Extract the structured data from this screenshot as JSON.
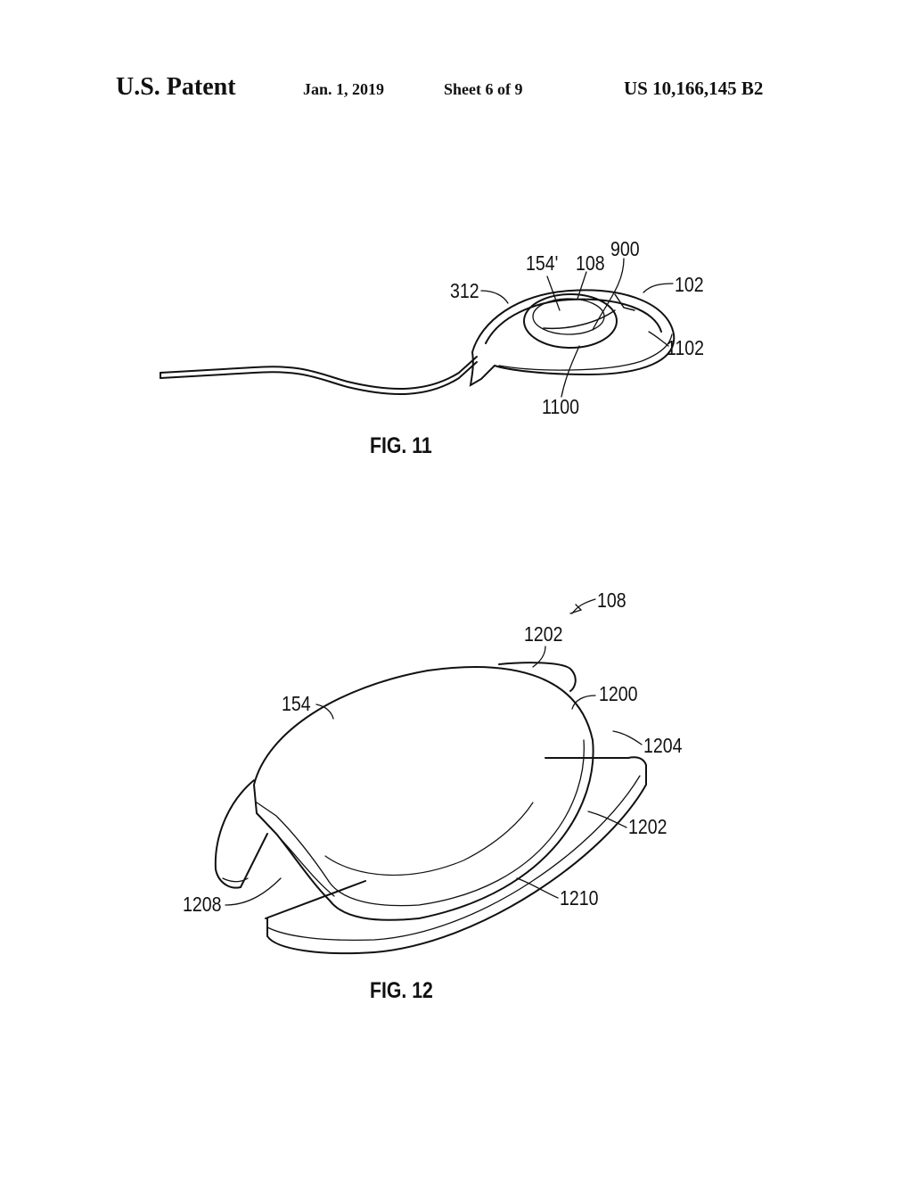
{
  "header": {
    "publication": "U.S. Patent",
    "date": "Jan. 1, 2019",
    "sheet": "Sheet 6 of 9",
    "patent_number": "US 10,166,145 B2"
  },
  "figures": [
    {
      "caption": "FIG. 11",
      "labels": [
        "154'",
        "108",
        "900",
        "312",
        "102",
        "1102",
        "1100"
      ]
    },
    {
      "caption": "FIG. 12",
      "labels": [
        "108",
        "1202",
        "154",
        "1200",
        "1204",
        "1202",
        "1208",
        "1210"
      ]
    }
  ]
}
